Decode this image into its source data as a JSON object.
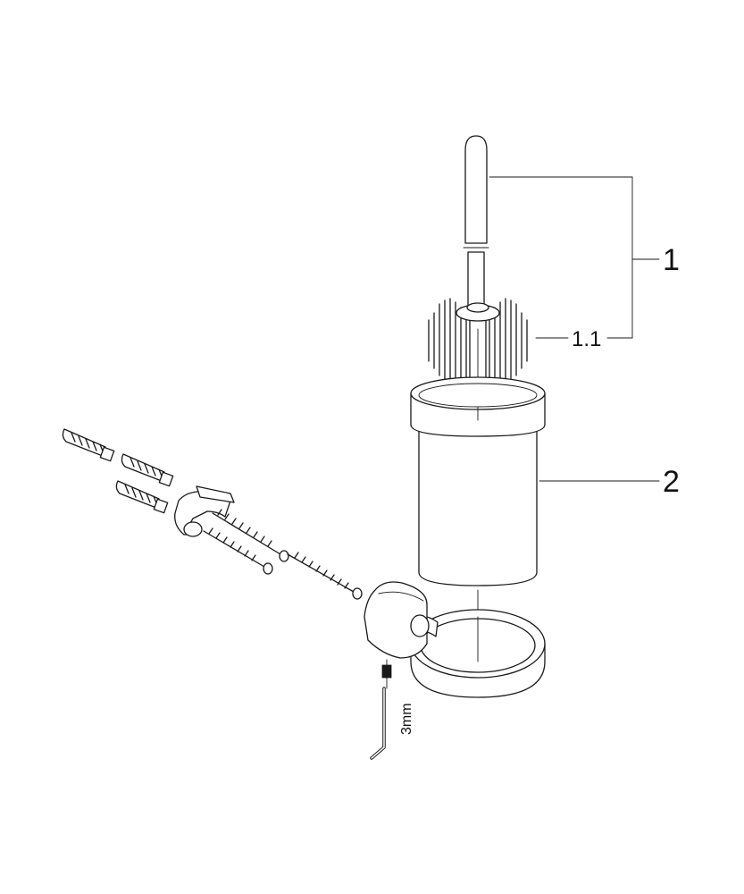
{
  "callouts": {
    "assembly": "1",
    "brush": "1.1",
    "glass": "2"
  },
  "tool": {
    "hex_key_size": "3mm"
  },
  "colors": {
    "line": "#1a1a1a",
    "background": "#ffffff"
  }
}
